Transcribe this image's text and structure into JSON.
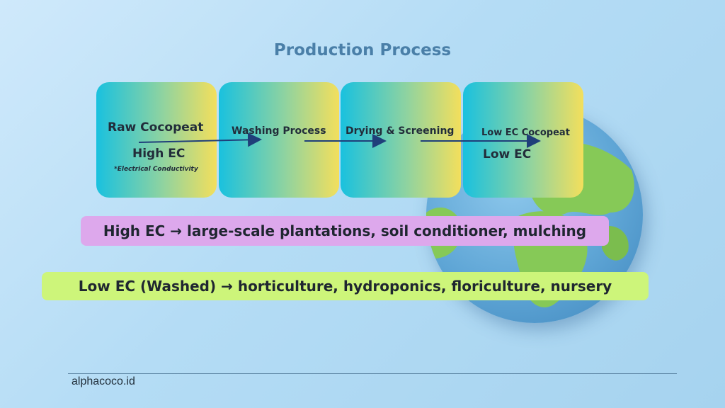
{
  "title": "Production Process",
  "steps": [
    {
      "title": "Raw Cocopeat",
      "sub": "High EC",
      "note": "*Electrical Conductivity"
    },
    {
      "title": "Washing Process"
    },
    {
      "title": "Drying & Screening"
    },
    {
      "title": "Low EC Cocopeat",
      "sub": "Low EC"
    }
  ],
  "uses": {
    "high": "High EC → large-scale plantations, soil conditioner, mulching",
    "low": "Low EC (Washed) → horticulture, hydroponics, floriculture, nursery"
  },
  "footer": "alphacoco.id",
  "colors": {
    "title": "#4a7fa8",
    "box_gradient": [
      "#19c1df",
      "#8fd3a0",
      "#f3df5c"
    ],
    "arrow": "#1f3f7a",
    "pill_high": "#dda8ec",
    "pill_low": "#cdf57a"
  }
}
